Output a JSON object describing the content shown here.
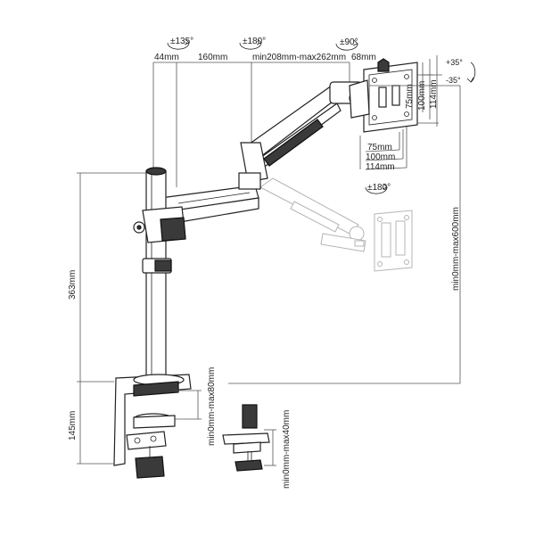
{
  "rotations": {
    "base": "±135°",
    "arm": "±180°",
    "tilt_head": "±90°",
    "head_rotate": "±180°",
    "tilt_up": "+35°",
    "tilt_down": "-35°"
  },
  "dimensions": {
    "pole_offset": "44mm",
    "arm_length": "160mm",
    "arm_reach": "min208mm-max262mm",
    "head_depth": "68mm",
    "pole_height": "363mm",
    "clamp_height": "145mm",
    "height_range": "min0mm-max600mm",
    "clamp_range": "min0mm-max80mm",
    "grommet_range": "min0mm-max40mm"
  },
  "vesa": {
    "v75": "75mm",
    "v100": "100mm",
    "v114": "114mm"
  },
  "colors": {
    "line": "#222222",
    "ghost": "#b5b5b5",
    "dark": "#3a3a3a"
  }
}
